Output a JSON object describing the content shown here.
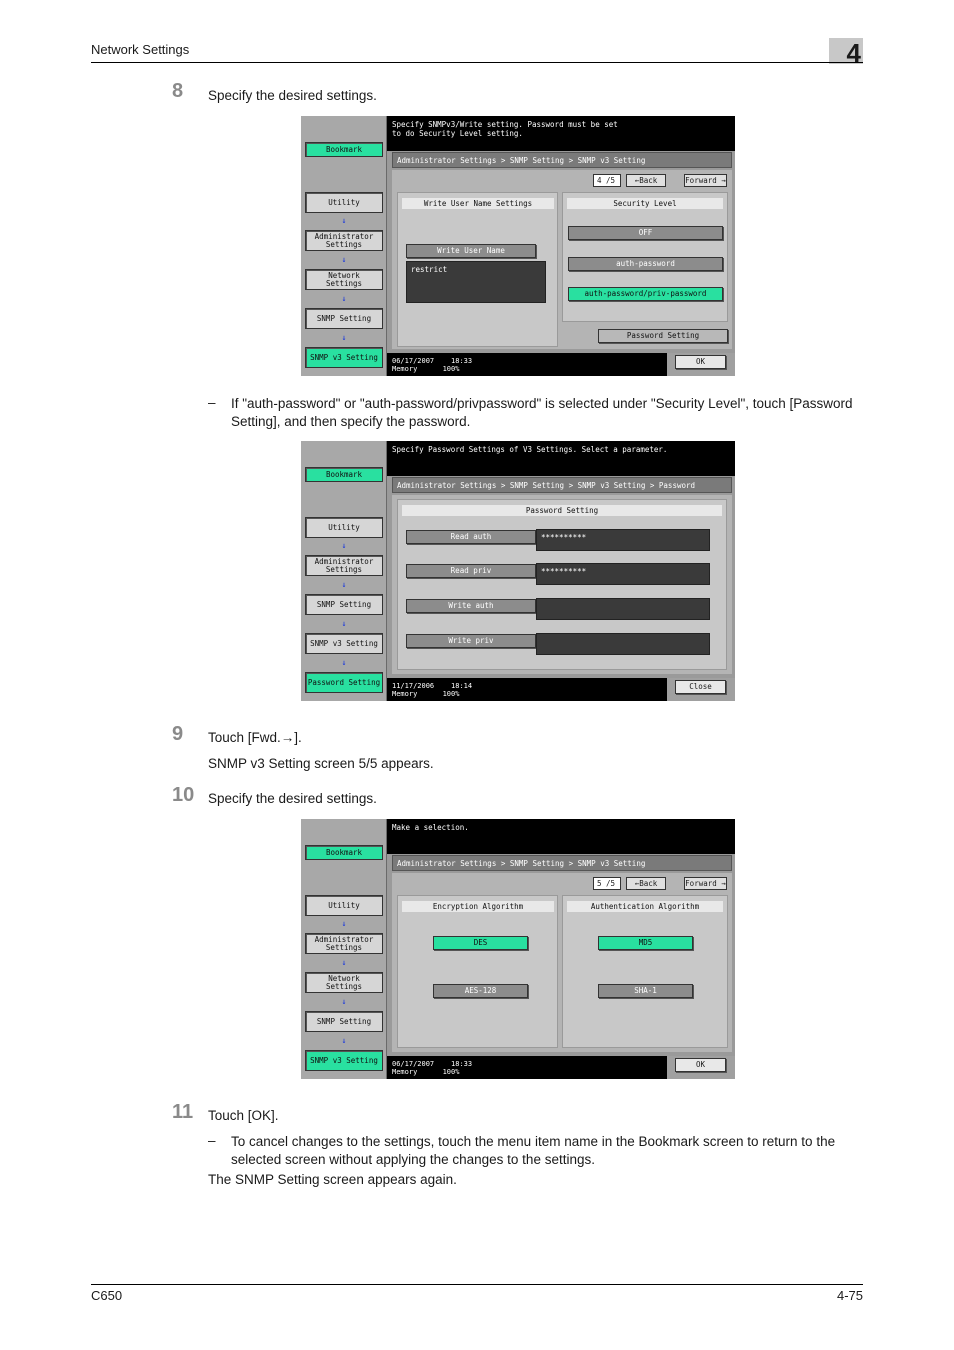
{
  "header": {
    "title": "Network Settings",
    "chapter": "4"
  },
  "footer": {
    "model": "C650",
    "page": "4-75"
  },
  "steps": {
    "s8": {
      "num": "8",
      "text": "Specify the desired settings."
    },
    "note1": {
      "dash": "–",
      "text": "If \"auth-password\" or \"auth-password/privpassword\" is selected under \"Security Level\", touch [Password Setting], and then specify the password."
    },
    "s9": {
      "num": "9",
      "text": "Touch [Fwd.→].",
      "result": "SNMP v3 Setting screen 5/5 appears."
    },
    "s10": {
      "num": "10",
      "text": "Specify the desired settings."
    },
    "s11": {
      "num": "11",
      "text": "Touch [OK].",
      "note_dash": "–",
      "note": "To cancel changes to the settings, touch the menu item name in the Bookmark screen to return to the selected screen without applying the changes to the settings.",
      "result": "The SNMP Setting screen appears again."
    }
  },
  "screen1": {
    "bookmark": "Bookmark",
    "side": [
      "Utility",
      "Administrator\nSettings",
      "Network\nSettings",
      "SNMP Setting",
      "SNMP v3 Setting"
    ],
    "arrow": "↓",
    "message": "Specify SNMPv3/Write setting. Password must be set\nto do Security Level setting.",
    "breadcrumb": "Administrator Settings > SNMP Setting > SNMP v3 Setting",
    "page": "4 /5",
    "back": "←Back",
    "forward": "Forward →",
    "left_header": "Write User Name Settings",
    "write_user_btn": "Write User Name",
    "user_value": "restrict",
    "right_header": "Security Level",
    "levels": [
      "OFF",
      "auth-password",
      "auth-password/priv-password"
    ],
    "password_btn": "Password Setting",
    "date": "06/17/2007",
    "time": "18:33",
    "memory_label": "Memory",
    "memory": "100%",
    "ok": "OK"
  },
  "screen2": {
    "bookmark": "Bookmark",
    "side": [
      "Utility",
      "Administrator\nSettings",
      "SNMP Setting",
      "SNMP v3 Setting",
      "Password Setting"
    ],
    "arrow": "↓",
    "message": "Specify Password Settings of V3 Settings. Select a parameter.",
    "breadcrumb": "Administrator Settings > SNMP Setting > SNMP v3 Setting > Password Setting",
    "header": "Password Setting",
    "rows": [
      {
        "label": "Read auth",
        "value": "**********"
      },
      {
        "label": "Read priv",
        "value": "**********"
      },
      {
        "label": "Write auth",
        "value": ""
      },
      {
        "label": "Write priv",
        "value": ""
      }
    ],
    "date": "11/17/2006",
    "time": "18:14",
    "memory_label": "Memory",
    "memory": "100%",
    "close": "Close"
  },
  "screen3": {
    "bookmark": "Bookmark",
    "side": [
      "Utility",
      "Administrator\nSettings",
      "Network\nSettings",
      "SNMP Setting",
      "SNMP v3 Setting"
    ],
    "arrow": "↓",
    "message": "Make a selection.",
    "breadcrumb": "Administrator Settings > SNMP Setting > SNMP v3 Setting",
    "page": "5 /5",
    "back": "←Back",
    "forward": "Forward →",
    "left_header": "Encryption Algorithm",
    "enc": [
      "DES",
      "AES-128"
    ],
    "right_header": "Authentication Algorithm",
    "auth": [
      "MD5",
      "SHA-1"
    ],
    "date": "06/17/2007",
    "time": "18:33",
    "memory_label": "Memory",
    "memory": "100%",
    "ok": "OK"
  },
  "colors": {
    "selected": "#29e0a0",
    "screen_bg": "#9a9a9a"
  }
}
